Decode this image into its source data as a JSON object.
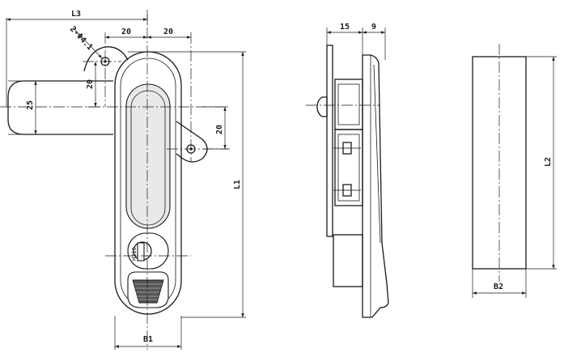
{
  "front_view": {
    "dim_l3": "L3",
    "dim_hole": "2-Φ4.1",
    "dim_top_left_20": "20",
    "dim_top_right_20": "20",
    "dim_vertical_20": "20",
    "dim_25": "25",
    "dim_right_20": "20",
    "dim_l1": "L1",
    "dim_b1": "B1",
    "key_label": "H210"
  },
  "side_view": {
    "dim_15": "15",
    "dim_9": "9"
  },
  "end_view": {
    "dim_l2": "L2",
    "dim_b2": "B2"
  }
}
